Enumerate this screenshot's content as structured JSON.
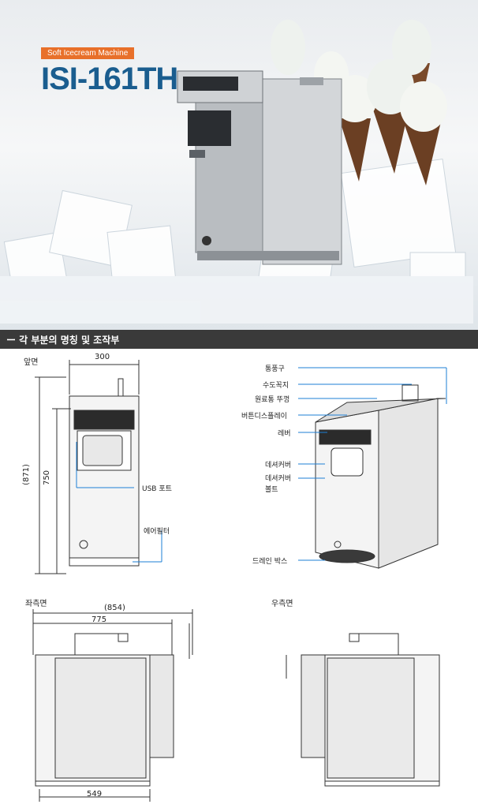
{
  "hero": {
    "badge": "Soft Icecream Machine",
    "model": "ISI-161TH"
  },
  "section": {
    "title": "ー 각 부분의 명칭 및 조작부"
  },
  "front_view": {
    "title": "앞면",
    "width_dim": "300",
    "height_total": "(871)",
    "height_body": "750",
    "labels": {
      "usb": "USB 포트",
      "air_filter": "에어필터"
    }
  },
  "perspective_view": {
    "callouts": [
      "통풍구",
      "수도꼭지",
      "원료통 뚜껑",
      "버튼디스플레이",
      "레버",
      "데셔커버",
      "데셔커버\n볼트",
      "드레인 박스"
    ]
  },
  "left_view": {
    "title": "좌측면",
    "depth_total": "(854)",
    "depth_main": "775",
    "base_width": "549"
  },
  "right_view": {
    "title": "우측면"
  },
  "colors": {
    "model_blue": "#1a5d8f",
    "badge_orange": "#e8702a",
    "accent_blue": "#1e7fd6",
    "section_bar": "#3a3a3a"
  }
}
